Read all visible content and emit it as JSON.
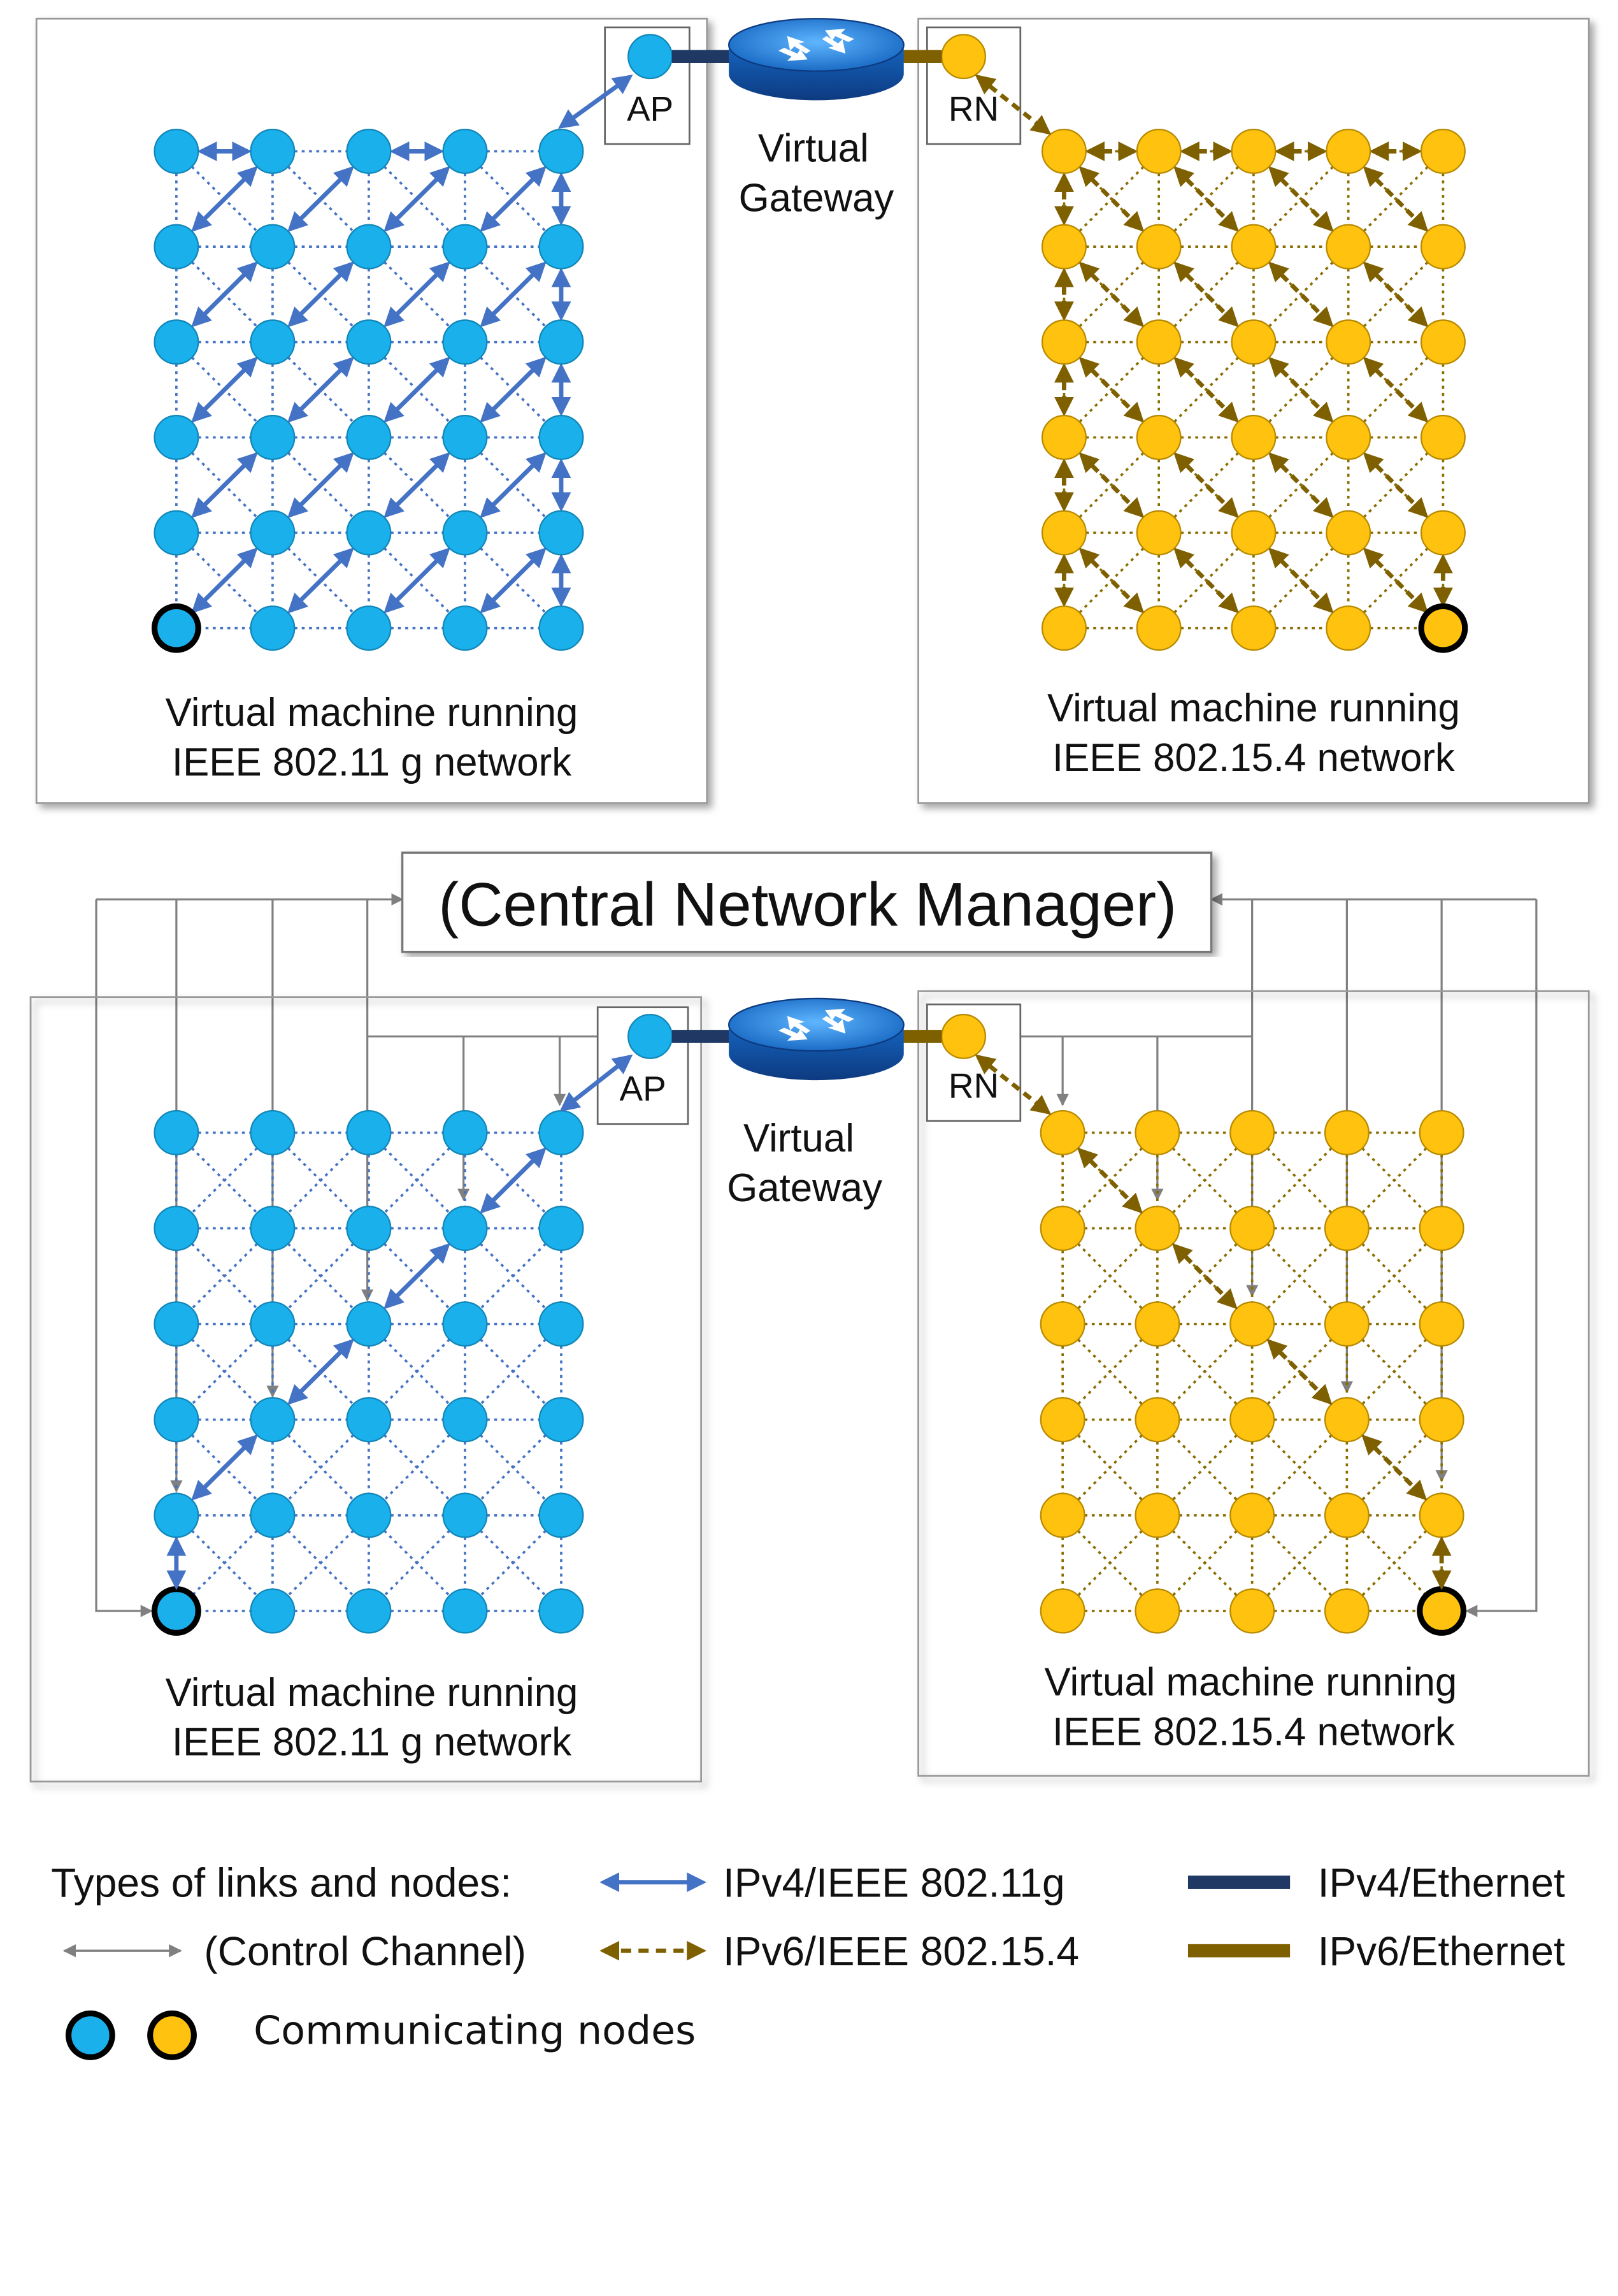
{
  "top": {
    "left_panel": {
      "caption_line1": "Virtual machine running",
      "caption_line2": "IEEE 802.11 g network"
    },
    "right_panel": {
      "caption_line1": "Virtual machine running",
      "caption_line2": "IEEE 802.15.4 network"
    },
    "gateway": {
      "line1": "Virtual",
      "line2": "Gateway"
    },
    "ap_label": "AP",
    "rn_label": "RN"
  },
  "manager": {
    "title": "(Central Network Manager)"
  },
  "bottom": {
    "left_panel": {
      "caption_line1": "Virtual machine running",
      "caption_line2": "IEEE 802.11 g network"
    },
    "right_panel": {
      "caption_line1": "Virtual machine running",
      "caption_line2": "IEEE 802.15.4 network"
    },
    "gateway": {
      "line1": "Virtual",
      "line2": "Gateway"
    },
    "ap_label": "AP",
    "rn_label": "RN"
  },
  "legend": {
    "heading": "Types of links and nodes:",
    "control_channel": "(Control Channel)",
    "ipv4_wifi": "IPv4/IEEE 802.11g",
    "ipv6_154": "IPv6/IEEE 802.15.4",
    "ipv4_eth": "IPv4/Ethernet",
    "ipv6_eth": "IPv6/Ethernet",
    "communicating_nodes": "Communicating nodes"
  },
  "colors": {
    "blue_node": "#1ab0ec",
    "yellow_node": "#ffc20e",
    "blue_link": "#4472c4",
    "olive_link": "#7f6000",
    "control_gray": "#808080",
    "eth_blue": "#1f3864",
    "eth_olive": "#7f6000"
  },
  "icons": {
    "gateway": "router-icon"
  }
}
